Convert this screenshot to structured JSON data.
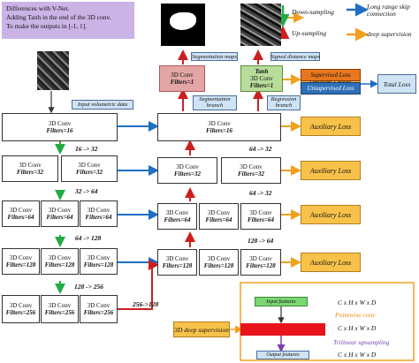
{
  "note": {
    "line1": "Differences with V-Net.",
    "line2": "Adding Tanh in the end of the 3D conv.",
    "line3": "To make the outputs in [-1, 1]."
  },
  "legend": {
    "down": "Down-sampling",
    "up": "Up-sampling",
    "skip": "Long range skip connection",
    "deep": "deep supervision",
    "colors": {
      "green": "#22aa44",
      "red": "#cc1f1f",
      "blue": "#1f6fc4",
      "orange": "#f0a020"
    }
  },
  "labels": {
    "input": "Input volumetric data",
    "seg_maps": "Segmentation maps",
    "sdm": "Signed distance maps",
    "seg_branch": "Segmentation branch",
    "reg_branch": "Regression branch",
    "sup_loss": "Supervised Loss",
    "unsup_loss": "Unsupervised Loss",
    "total_loss": "Total Loss",
    "deep_sup": "3D deep supervision"
  },
  "conv": {
    "title": "3D Conv",
    "tanh": "Tanh",
    "f1": "Filters=1",
    "f16": "Filters=16",
    "f32": "Filters=32",
    "f64": "Filters=64",
    "f128": "Filters=128",
    "f256": "Filters=256"
  },
  "aux": "Auxiliary Loss",
  "channels": {
    "a": "16 -> 32",
    "b": "32 -> 64",
    "c": "64 -> 128",
    "d": "128 -> 256",
    "e": "256->128",
    "f": "64 -> 32",
    "g": "128 -> 64"
  },
  "inset": {
    "input_features": "Input features",
    "output_features": "Output features",
    "pointwise": "Pointwise conv",
    "trilinear": "Trilinear upsampling",
    "dims": "C x H x W x D"
  }
}
